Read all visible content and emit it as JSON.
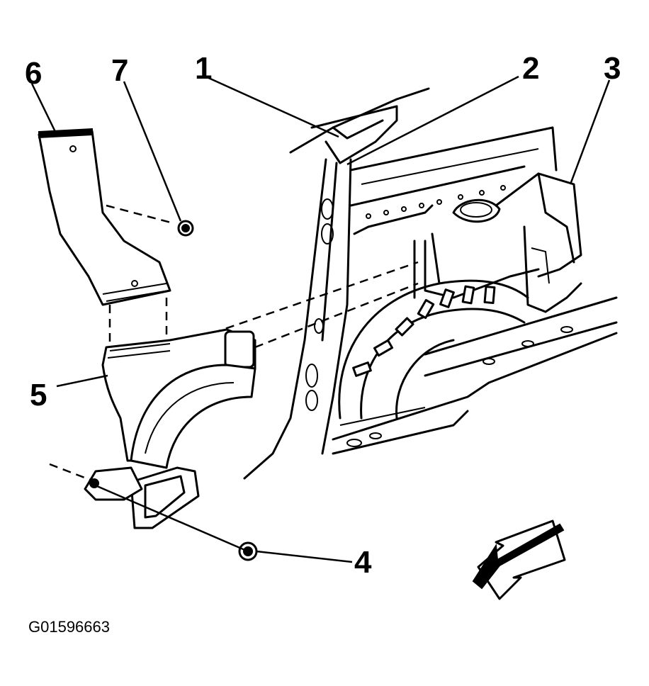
{
  "callouts": {
    "c1": "1",
    "c2": "2",
    "c3": "3",
    "c4": "4",
    "c5": "5",
    "c6": "6",
    "c7": "7"
  },
  "figure_id": "G01596663",
  "colors": {
    "line": "#000000",
    "background": "#ffffff"
  }
}
